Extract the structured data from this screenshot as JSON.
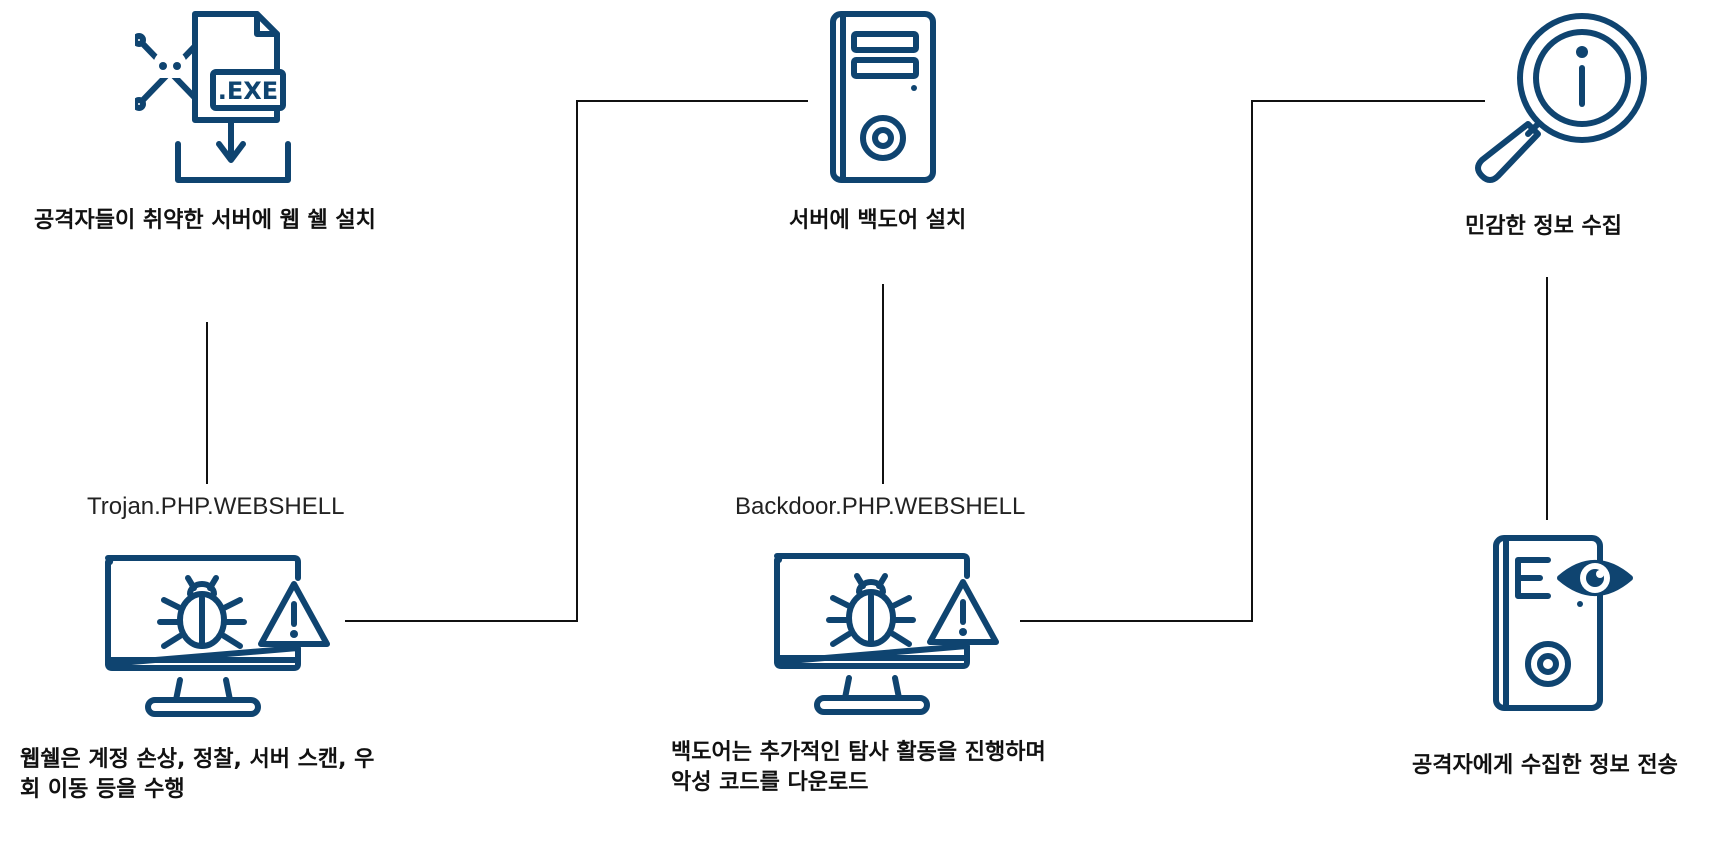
{
  "colors": {
    "icon": "#0f4470",
    "text": "#111111",
    "connector": "#111111",
    "background": "#ffffff"
  },
  "nodes": {
    "install_webshell": {
      "label": "공격자들이 취약한 서버에 웹 쉘 설치",
      "icon": "exe-download-skull-icon"
    },
    "trojan_webshell": {
      "caption": "Trojan.PHP.WEBSHELL",
      "label_line1": "웹쉘은 계정 손상, 정찰, 서버 스캔, 우",
      "label_line2": "회 이동 등을 수행",
      "icon": "monitor-bug-warning-icon"
    },
    "install_backdoor": {
      "label": "서버에 백도어 설치",
      "icon": "server-tower-icon"
    },
    "backdoor_webshell": {
      "caption": "Backdoor.PHP.WEBSHELL",
      "label_line1": "백도어는 추가적인 탐사 활동을 진행하며",
      "label_line2": "악성 코드를 다운로드",
      "icon": "monitor-bug-warning-icon"
    },
    "collect_info": {
      "label": "민감한 정보 수집",
      "icon": "magnifier-info-icon"
    },
    "send_info": {
      "label": "공격자에게 수집한 정보 전송",
      "icon": "server-eye-icon"
    }
  }
}
